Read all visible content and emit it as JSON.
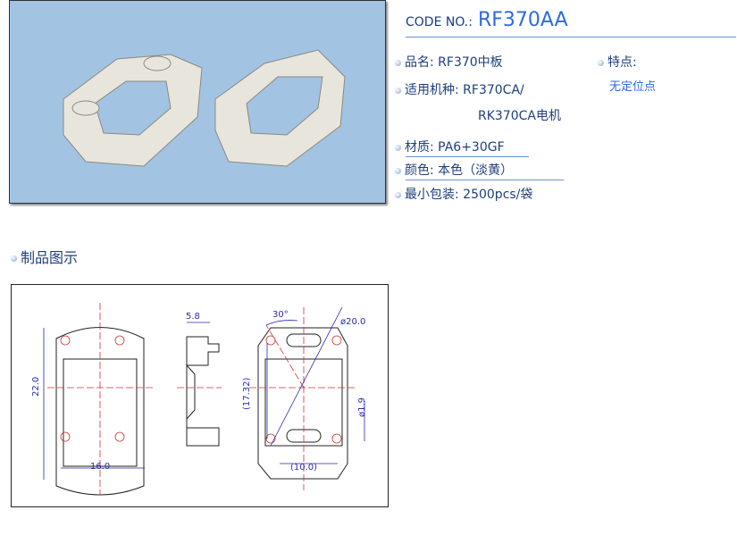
{
  "product": {
    "code_label": "CODE NO.:",
    "code": "RF370AA"
  },
  "specs": [
    {
      "label": "品名:",
      "value": "RF370中板"
    },
    {
      "label": "适用机种:",
      "value": "RF370CA/",
      "value2": "RK370CA电机"
    },
    {
      "label": "材质:",
      "value": "PA6+30GF"
    },
    {
      "label": "颜色:",
      "value": "本色（淡黄）"
    },
    {
      "label": "最小包装:",
      "value": "2500pcs/袋"
    }
  ],
  "features": {
    "label": "特点:",
    "value": "无定位点"
  },
  "section": {
    "title": "制品图示"
  },
  "drawing": {
    "dims": [
      "22.0",
      "16.0",
      "5.8",
      "30°",
      "ø20.0",
      "(17.32)",
      "ø1.9",
      "(10.0)"
    ]
  }
}
